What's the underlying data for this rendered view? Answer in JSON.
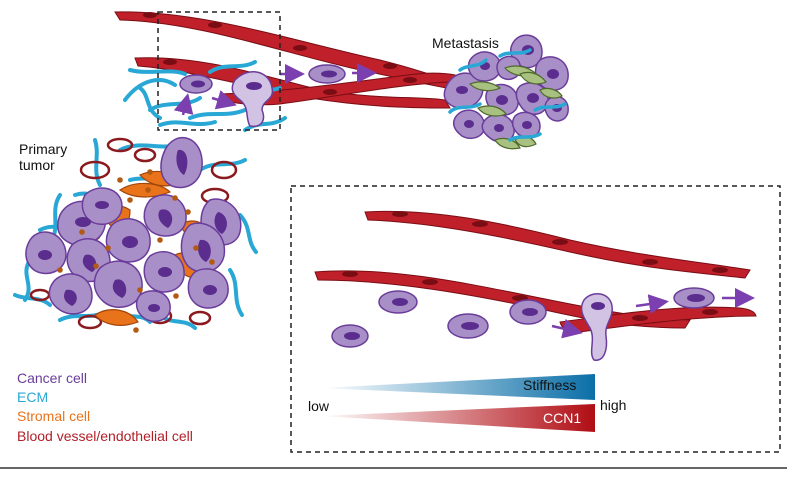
{
  "labels": {
    "primary_tumor_line1": "Primary",
    "primary_tumor_line2": "tumor",
    "metastasis": "Metastasis"
  },
  "legend": [
    {
      "text": "Cancer cell",
      "color": "#6a3d9a"
    },
    {
      "text": "ECM",
      "color": "#29a8d6"
    },
    {
      "text": "Stromal cell",
      "color": "#e8731a"
    },
    {
      "text": "Blood vessel/endothelial cell",
      "color": "#b0202a"
    }
  ],
  "gradient": {
    "low": "low",
    "high": "high",
    "stiffness": "Stiffness",
    "ccn1": "CCN1"
  },
  "colors": {
    "cancer_fill": "#a98fc7",
    "cancer_nucleus": "#5b2d8e",
    "ecm": "#29a8d6",
    "stromal": "#e8731a",
    "vessel": "#c0202a",
    "stiffness": "#0b6fa8",
    "ccn1": "#b00d14"
  }
}
